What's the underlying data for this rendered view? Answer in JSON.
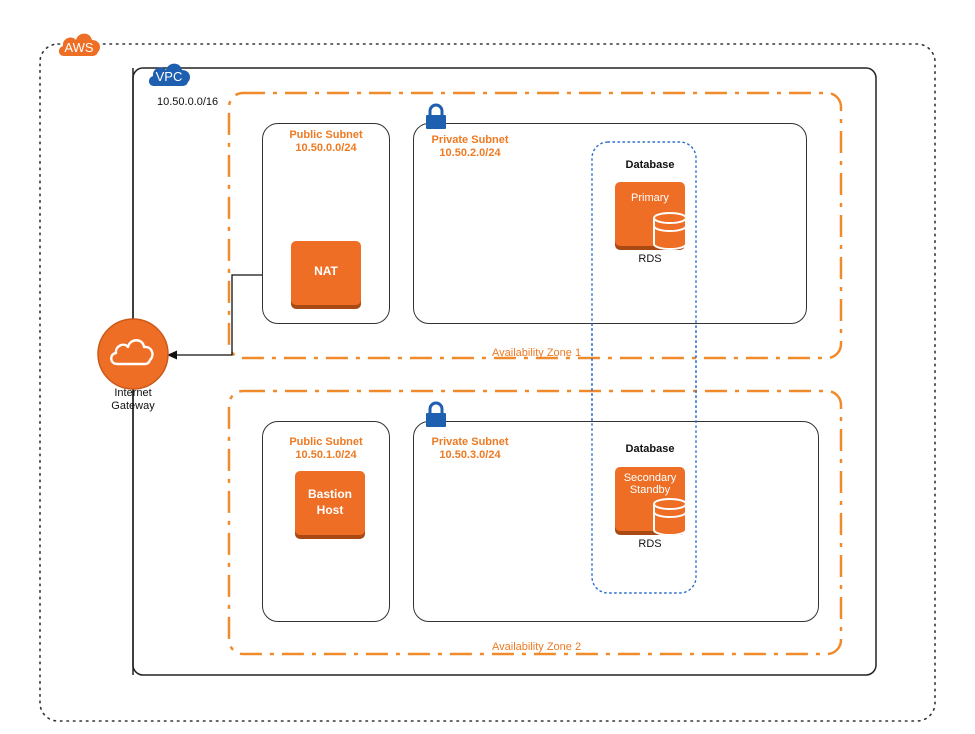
{
  "aws": {
    "label": "AWS"
  },
  "vpc": {
    "label": "VPC",
    "cidr": "10.50.0.0/16"
  },
  "internet_gateway": {
    "label_line1": "Internet",
    "label_line2": "Gateway",
    "icon": "cloud-icon"
  },
  "availability_zones": [
    {
      "label": "Availability Zone 1",
      "public_subnet": {
        "title": "Public Subnet",
        "cidr": "10.50.0.0/24",
        "instance": "NAT"
      },
      "private_subnet": {
        "title": "Private Subnet",
        "cidr": "10.50.2.0/24",
        "icon": "lock-icon"
      },
      "database": {
        "title": "Database",
        "role_line1": "Primary",
        "role_line2": "",
        "service": "RDS"
      }
    },
    {
      "label": "Availability Zone 2",
      "public_subnet": {
        "title": "Public Subnet",
        "cidr": "10.50.1.0/24",
        "instance_line1": "Bastion",
        "instance_line2": "Host"
      },
      "private_subnet": {
        "title": "Private Subnet",
        "cidr": "10.50.3.0/24",
        "icon": "lock-icon"
      },
      "database": {
        "title": "Database",
        "role_line1": "Secondary",
        "role_line2": "Standby",
        "service": "RDS"
      }
    }
  ],
  "colors": {
    "accent_orange": "#ee6e25",
    "dark_orange": "#a94a15",
    "aws_blue": "#1f5fb0",
    "text_orange": "#ee7a23"
  }
}
